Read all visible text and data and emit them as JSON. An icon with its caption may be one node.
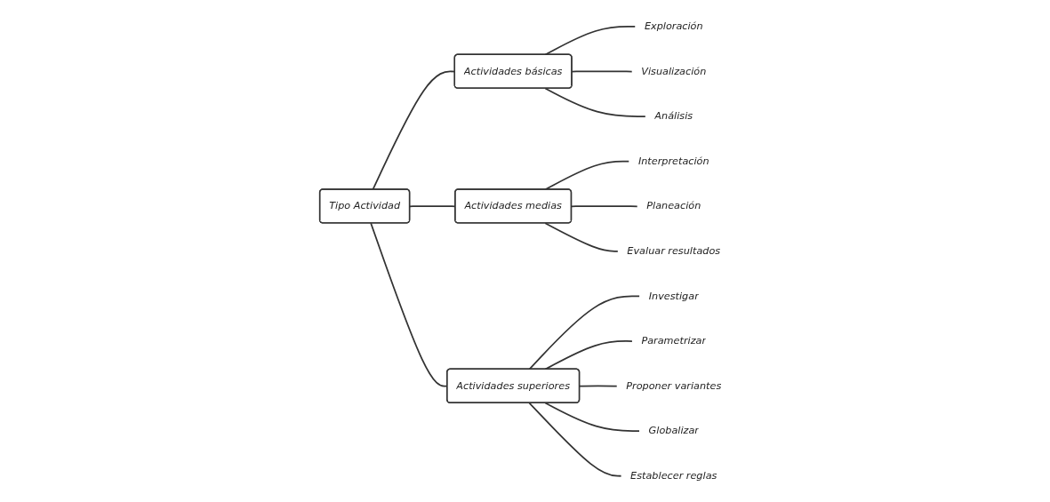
{
  "diagram": {
    "nodes": [
      {
        "text": [
          "Tipo Actividad"
        ]
      },
      {
        "text": [
          "Actividades básicas"
        ]
      },
      {
        "text": [
          "Exploración"
        ]
      },
      {
        "text": [
          "Visualización"
        ]
      },
      {
        "text": [
          "Análisis"
        ]
      },
      {
        "text": [
          "Actividades medias"
        ]
      },
      {
        "text": [
          "Interpretación"
        ]
      },
      {
        "text": [
          "Planeación"
        ]
      },
      {
        "text": [
          "Evaluar resultados"
        ]
      },
      {
        "text": [
          "Actividades superiores"
        ]
      },
      {
        "text": [
          "Investigar"
        ]
      },
      {
        "text": [
          "Parametrizar"
        ]
      },
      {
        "text": [
          "Proponer variantes"
        ]
      },
      {
        "text": [
          "Globalizar"
        ]
      },
      {
        "text": [
          "Establecer reglas"
        ]
      }
    ],
    "edges": [
      {
        "from": 0,
        "to": 1,
        "arrow": "none"
      },
      {
        "from": 1,
        "to": 2,
        "arrow": "none"
      },
      {
        "from": 1,
        "to": 3,
        "arrow": "none"
      },
      {
        "from": 1,
        "to": 4,
        "arrow": "none"
      },
      {
        "from": 0,
        "to": 5,
        "arrow": "none"
      },
      {
        "from": 5,
        "to": 6,
        "arrow": "none"
      },
      {
        "from": 5,
        "to": 7,
        "arrow": "none"
      },
      {
        "from": 5,
        "to": 8,
        "arrow": "none"
      },
      {
        "from": 0,
        "to": 9,
        "arrow": "none"
      },
      {
        "from": 9,
        "to": 10,
        "arrow": "none"
      },
      {
        "from": 9,
        "to": 11,
        "arrow": "none"
      },
      {
        "from": 9,
        "to": 12,
        "arrow": "none"
      },
      {
        "from": 9,
        "to": 13,
        "arrow": "none"
      },
      {
        "from": 9,
        "to": 14,
        "arrow": "none"
      }
    ]
  }
}
